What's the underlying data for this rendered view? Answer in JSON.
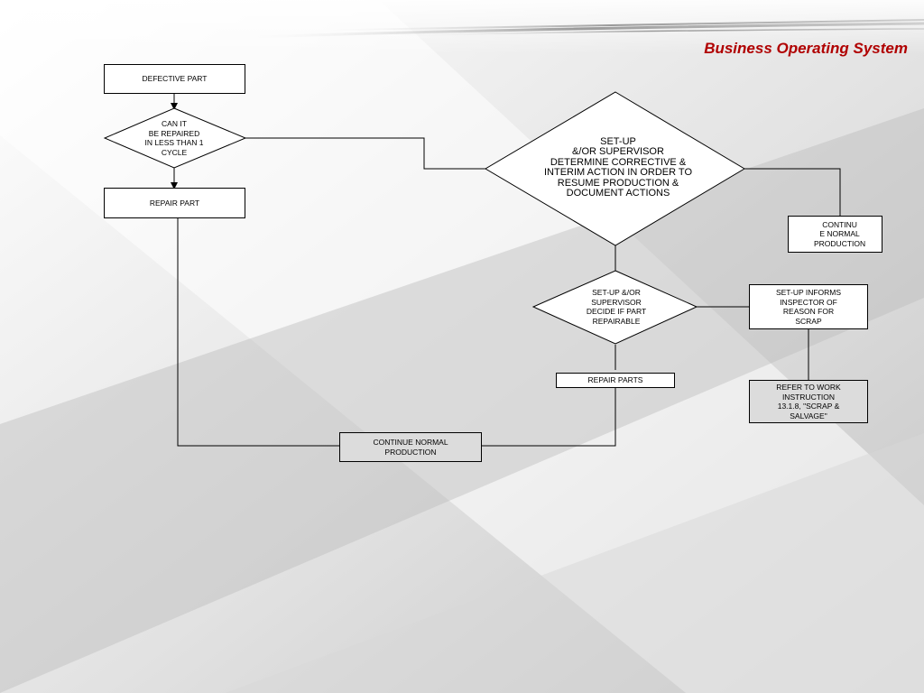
{
  "header": {
    "title": "Business Operating System"
  },
  "flowchart": {
    "defective_part": "DEFECTIVE PART",
    "can_it_be_repaired": "CAN IT\nBE REPAIRED\nIN LESS THAN 1\nCYCLE",
    "repair_part": "REPAIR PART",
    "setup_supervisor_determine": "SET-UP\n&/OR SUPERVISOR\nDETERMINE CORRECTIVE &\nINTERIM ACTION IN ORDER TO\nRESUME PRODUCTION &\nDOCUMENT ACTIONS",
    "continue_normal_production_right": "CONTINU\nE NORMAL\nPRODUCTION",
    "setup_decide_repairable": "SET-UP &/OR\nSUPERVISOR\nDECIDE IF PART\nREPAIRABLE",
    "setup_informs_inspector": "SET-UP INFORMS\nINSPECTOR OF\nREASON FOR\nSCRAP",
    "refer_to_work_instruction": "REFER TO WORK\nINSTRUCTION\n13.1.8, \"SCRAP &\nSALVAGE\"",
    "repair_parts": "REPAIR PARTS",
    "continue_normal_production_bottom": "CONTINUE NORMAL\nPRODUCTION"
  },
  "colors": {
    "title": "#b00000",
    "line": "#000000",
    "box_fill": "#ffffff",
    "grey_box_fill": "#dcdcdc"
  }
}
